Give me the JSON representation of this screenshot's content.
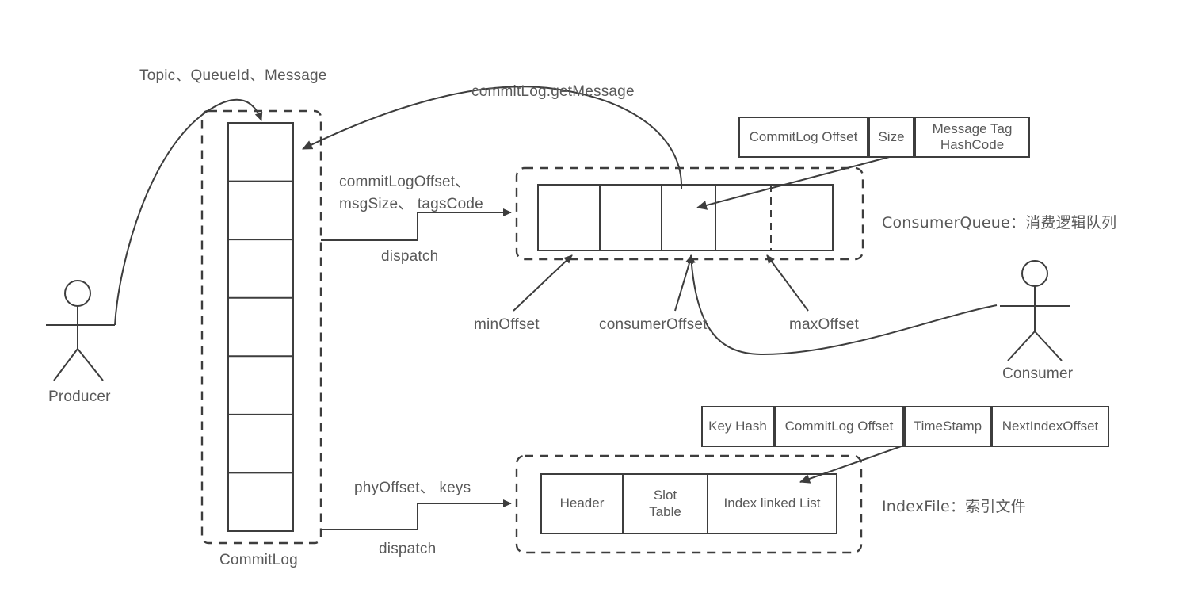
{
  "diagram": {
    "title_flow": "RocketMQ storage dispatch diagram",
    "background": "#ffffff",
    "line_color": "#3d3d3d",
    "text_color": "#595959"
  },
  "actors": {
    "producer": {
      "label": "Producer"
    },
    "consumer": {
      "label": "Consumer"
    }
  },
  "flows": {
    "producer_to_commitlog": "Topic、QueueId、Message",
    "get_message": "commitLog.getMessage",
    "dispatch_cq_params": "commitLogOffset、\nmsgSize、tagsCode",
    "dispatch_cq_params_line1": "commitLogOffset、",
    "dispatch_cq_params_line2": "msgSize、 tagsCode",
    "dispatch_cq_label": "dispatch",
    "dispatch_index_params": "phyOffset、 keys",
    "dispatch_index_label": "dispatch"
  },
  "commitlog": {
    "label": "CommitLog",
    "cell_count": 7
  },
  "consumer_queue": {
    "label": "ConsumerQueue：消费逻辑队列",
    "cell_count": 5,
    "dashed_divider_after_cell": 4,
    "record_header": {
      "fields": [
        "CommitLog Offset",
        "Size",
        "Message Tag\nHashCode"
      ]
    },
    "pointers": [
      {
        "name": "minOffset",
        "label": "minOffset"
      },
      {
        "name": "consumerOffset",
        "label": "consumerOffset"
      },
      {
        "name": "maxOffset",
        "label": "maxOffset"
      }
    ]
  },
  "index_file": {
    "label": "IndexFile：索引文件",
    "sections": [
      "Header",
      "Slot\nTable",
      "Index linked List"
    ],
    "record_header": {
      "fields": [
        "Key Hash",
        "CommitLog Offset",
        "TimeStamp",
        "NextIndexOffset"
      ]
    }
  }
}
